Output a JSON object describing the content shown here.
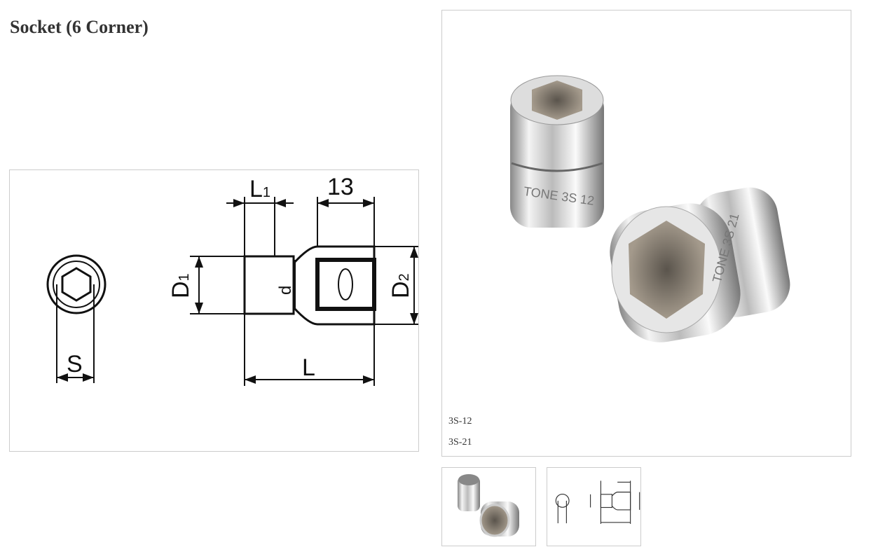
{
  "title": "Socket (6 Corner)",
  "drawing": {
    "L1": "L",
    "L1_sub": "1",
    "width13": "13",
    "D1": "D",
    "D1_sub": "1",
    "d": "d",
    "D2": "D",
    "D2_sub": "2",
    "S": "S",
    "L": "L"
  },
  "photo": {
    "captions": [
      "3S-12",
      "3S-21"
    ],
    "engraving_small": "TONE 3S 12",
    "engraving_large": "TONE 3S 21"
  },
  "thumbnails": [
    {
      "name": "photo-thumbnail"
    },
    {
      "name": "drawing-thumbnail"
    }
  ]
}
